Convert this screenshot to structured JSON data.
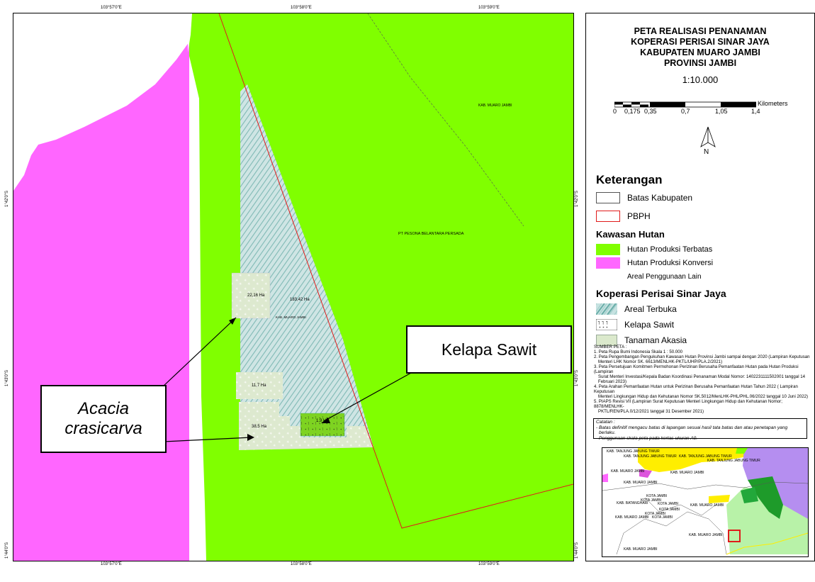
{
  "coords": {
    "top": [
      "103°57'0\"E",
      "103°58'0\"E",
      "103°59'0\"E"
    ],
    "bottom": [
      "103°57'0\"E",
      "103°58'0\"E",
      "103°59'0\"E"
    ],
    "left": [
      "1°42'0\"S",
      "1°43'0\"S",
      "1°44'0\"S"
    ],
    "right": [
      "1°42'0\"S",
      "1°43'0\"S",
      "1°44'0\"S"
    ]
  },
  "map_labels": {
    "kab_muaro_jambi_ne": "KAB. MUARO JAMBI",
    "pt_pesona": "PT PESONA BELANTARA PERSADA",
    "area_22": "22,16 Ha",
    "area_183": "183,42 Ha",
    "kab_muaro_jambi_mid": "KAB. MUARO JAMBI",
    "area_117": "11,7 Ha",
    "area_385": "38,5 Ha",
    "area_19": "1,9 Ha"
  },
  "callouts": {
    "kelapa_sawit": "Kelapa Sawit",
    "acacia_line1": "Acacia",
    "acacia_line2": "crasicarva"
  },
  "title": {
    "line1": "PETA REALISASI PENANAMAN",
    "line2": "KOPERASI PERISAI SINAR JAYA",
    "line3": "KABUPATEN MUARO JAMBI",
    "line4": "PROVINSI JAMBI",
    "scale": "1:10.000"
  },
  "scalebar": {
    "labels": [
      "0",
      "0,175",
      "0,35",
      "0,7",
      "1,05",
      "1,4"
    ],
    "unit": "Kilometers"
  },
  "north": "N",
  "legend": {
    "heading": "Keterangan",
    "batas_kabupaten": "Batas Kabupaten",
    "pbph": "PBPH",
    "kawasan_heading": "Kawasan Hutan",
    "hpt": "Hutan Produksi Terbatas",
    "hpk": "Hutan Produksi Konversi",
    "apl": "Areal Penggunaan Lain",
    "koperasi_heading": "Koperasi Perisai Sinar Jaya",
    "areal_terbuka": "Areal Terbuka",
    "kelapa_sawit": "Kelapa Sawit",
    "tanaman_akasia": "Tanaman Akasia"
  },
  "colors": {
    "hpt": "#80ff00",
    "hpk": "#ff66ff",
    "pbph": "#e01b1b",
    "terbuka": "#7fc6c0",
    "akasia": "#dbe9cc"
  },
  "sources": {
    "heading": "SUMBER PETA :",
    "items": [
      "1. Peta Rupa Bumi Indonesia Skala 1 : 50.000",
      "2. Peta Pengembangan Pengukuhan Kawasan Hutan Provinsi Jambi sampai dengan 2020 (Lampiran Keputusan",
      "Menteri LHK Nomor SK. 6613/MENLHK-PKTL/UHP/PLA.2/2021)",
      "3. Peta Persetujuan Komitmen Permohonan Perizinan Berusaha Pemanfaatan Hutan pada Hutan Produksi (Lampiran",
      "Surat Menteri Investasi/Kepala Badan Koordinasi Penanaman Modal Nomor: 1402231111502001 tanggal 14",
      "Februari 2023)",
      "4. Peta Arahan Pemanfaatan Hutan untuk Perizinan Berusaha Pemanfaatan Hutan Tahun 2022 ( Lampiran Keputusan",
      "Menteri Lingkungan Hidup dan Kehutanan Nomor SK.5012/MenLHK-PHL/PHL.06/2022 tanggal 10 Juni 2022)",
      "5. PIAPS Revisi VII (Lampiran Surat Keputusan Menteri Lingkungan Hidup dan Kehutanan Nomor; 8878/MENLHK-",
      "PKTL/REN/PLA.0/12/2021 tanggal 31 Desember 2021)"
    ]
  },
  "catatan": {
    "heading": "Catatan :",
    "line1": "- Batas definitif mengacu batas di lapangan sesuai hasil tata batas dan atau penetapan yang",
    "line2": "berlaku.",
    "line3": "- Penggunaan skala peta pada kertas ukuran A0."
  },
  "inset_labels": [
    "KAB. TANJUNG JABUNG TIMUR",
    "KAB. TANJUNG JABUNG TIMUR",
    "KAB. TANJUNG JABUNG TIMUR",
    "KAB. TANJUNG JABUNG TIMUR",
    "KAB. MUARO JAMBI",
    "KAB. MUARO JAMBI",
    "KAB. MUARO JAMBI",
    "KOTA JAMBI",
    "KOTA JAMBI",
    "KAB. BATANGHARI",
    "KOTA JAMBI",
    "KOTA JAMBI",
    "KAB. MUARO JAMBI",
    "KOTA JAMBI",
    "KOTA JAMBI",
    "KAB. MUARO JAMBI",
    "KAB. MUARO JAMBI",
    "KAB. MUARO JAMBI"
  ]
}
